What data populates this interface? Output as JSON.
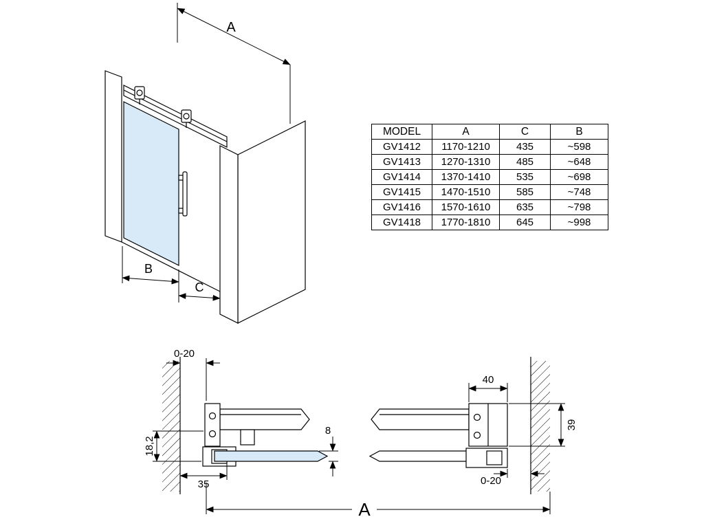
{
  "table": {
    "headers": [
      "MODEL",
      "A",
      "C",
      "B"
    ],
    "rows": [
      [
        "GV1412",
        "1170-1210",
        "435",
        "~598"
      ],
      [
        "GV1413",
        "1270-1310",
        "485",
        "~648"
      ],
      [
        "GV1414",
        "1370-1410",
        "535",
        "~698"
      ],
      [
        "GV1415",
        "1470-1510",
        "585",
        "~748"
      ],
      [
        "GV1416",
        "1570-1610",
        "635",
        "~798"
      ],
      [
        "GV1418",
        "1770-1810",
        "645",
        "~998"
      ]
    ]
  },
  "iso_view": {
    "dim_width_total": "A",
    "dim_door_width": "B",
    "dim_opening": "C"
  },
  "section_view": {
    "dim_left_wall_gap": "0-20",
    "dim_left_offset": "18,2",
    "dim_left_profile": "35",
    "dim_glass_thickness": "8",
    "dim_right_profile_width": "40",
    "dim_right_profile_height": "39",
    "dim_right_wall_gap": "0-20",
    "dim_total": "A"
  },
  "colors": {
    "glass": "#d8eaf8",
    "line": "#000000"
  }
}
